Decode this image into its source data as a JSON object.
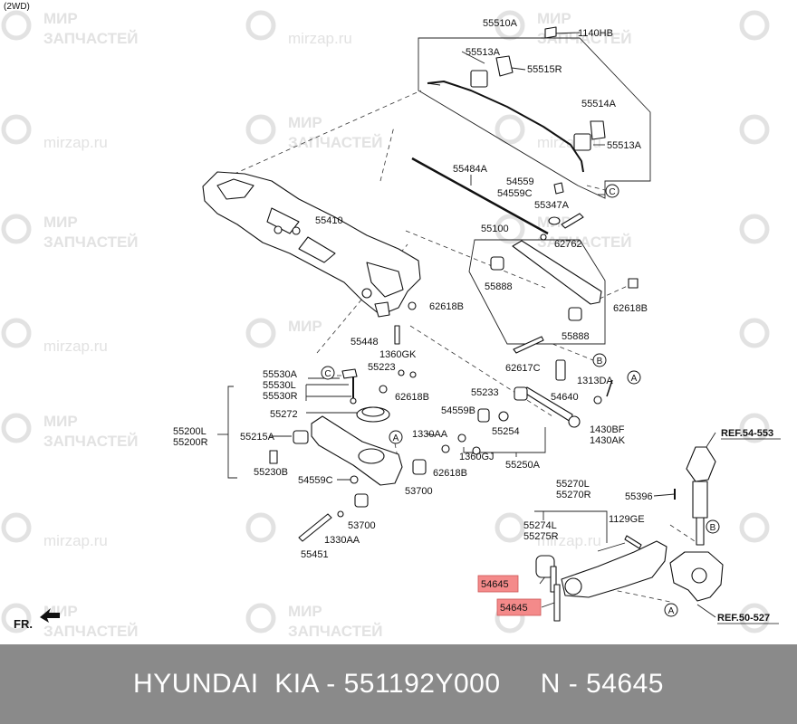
{
  "header": {
    "variant": "(2WD)"
  },
  "watermark": {
    "line1": "МИР",
    "line2": "ЗАПЧАСТЕЙ",
    "url": "mirzap.ru",
    "color": "#e2e2e2"
  },
  "parts": {
    "p55510A": "55510A",
    "p1140HB": "1140HB",
    "p55513A_top": "55513A",
    "p55515R": "55515R",
    "p55514A": "55514A",
    "p55513A_right": "55513A",
    "p55484A": "55484A",
    "p54559": "54559",
    "p54559C_top": "54559C",
    "p55347A": "55347A",
    "p62762": "62762",
    "p55410": "55410",
    "p55100": "55100",
    "p55888_top": "55888",
    "p55888_bottom": "55888",
    "p62618B_right": "62618B",
    "p62618B_center": "62618B",
    "p55448": "55448",
    "p1360GK": "1360GK",
    "p55223": "55223",
    "p62618B_mid": "62618B",
    "p62617C": "62617C",
    "p54640": "54640",
    "p1313DA": "1313DA",
    "p55530A": "55530A",
    "p55530L": "55530L",
    "p55530R": "55530R",
    "p55233": "55233",
    "p55272": "55272",
    "p54559B": "54559B",
    "p1430BF": "1430BF",
    "p1430AK": "1430AK",
    "p55254": "55254",
    "p55200L": "55200L",
    "p55200R": "55200R",
    "p55215A": "55215A",
    "p1330AA_mid": "1330AA",
    "p1360GJ": "1360GJ",
    "p62618B_lower": "62618B",
    "p55250A": "55250A",
    "p55230B": "55230B",
    "p54559C_low": "54559C",
    "p53700_a": "53700",
    "p53700_b": "53700",
    "p55451": "55451",
    "p1330AA_low": "1330AA",
    "p55270L": "55270L",
    "p55270R": "55270R",
    "p55396": "55396",
    "p55274L": "55274L",
    "p55275R": "55275R",
    "p1129GE": "1129GE",
    "p54645_top": "54645",
    "p54645_bottom": "54645"
  },
  "refs": {
    "ref54": "REF.54-553",
    "ref50": "REF.50-527",
    "front": "FR."
  },
  "markers": {
    "A": "A",
    "B": "B",
    "C": "C"
  },
  "highlight_color": "#f48a8a",
  "footer": {
    "brand": "HYUNDAI  KIA",
    "part_number": "551192Y000",
    "position": "N - 54645",
    "text": "HYUNDAI  KIA - 551192Y000     N - 54645"
  }
}
